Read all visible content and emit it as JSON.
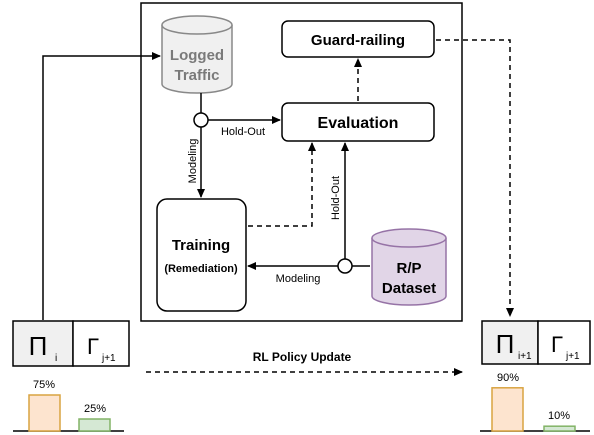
{
  "nodes": {
    "logged_traffic": [
      "Logged",
      "Traffic"
    ],
    "guard_railing": "Guard-railing",
    "evaluation": "Evaluation",
    "training": "Training",
    "remediation": "(Remediation)",
    "rp_dataset": [
      "R/P",
      "Dataset"
    ]
  },
  "edges": {
    "holdout_top": "Hold-Out",
    "modeling_left": "Modeling",
    "holdout_right": "Hold-Out",
    "modeling_bottom": "Modeling",
    "rl_update": "RL Policy Update"
  },
  "policy_left": {
    "pi": "Π",
    "pi_sub": "i",
    "gamma": "Γ",
    "gamma_sub": "j+1",
    "bars": [
      {
        "label": "75%",
        "value": 75,
        "color": "#fde4cf",
        "stroke": "#d9a441"
      },
      {
        "label": "25%",
        "value": 25,
        "color": "#d5e8d4",
        "stroke": "#82b366"
      }
    ]
  },
  "policy_right": {
    "pi": "Π",
    "pi_sub": "i+1",
    "gamma": "Γ",
    "gamma_sub": "j+1",
    "bars": [
      {
        "label": "90%",
        "value": 90,
        "color": "#fde4cf",
        "stroke": "#d9a441"
      },
      {
        "label": "10%",
        "value": 10,
        "color": "#d5e8d4",
        "stroke": "#82b366"
      }
    ]
  },
  "colors": {
    "cylinder_grey": "#f0f0f0",
    "cylinder_purple": "#e1d5e7",
    "purple_stroke": "#9673a6"
  }
}
